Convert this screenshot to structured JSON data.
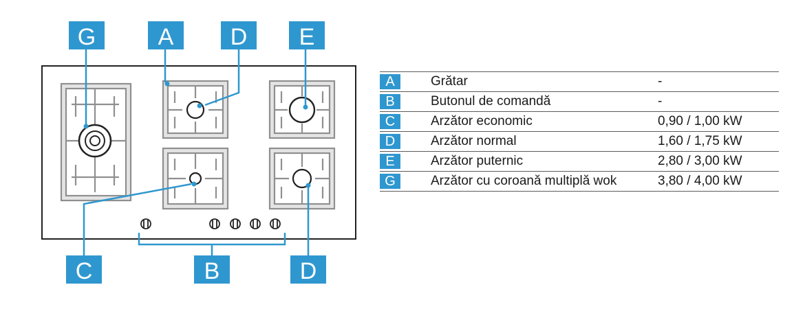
{
  "diagram": {
    "callouts": {
      "top": [
        "G",
        "A",
        "D",
        "E"
      ],
      "bottom": [
        "C",
        "B",
        "D"
      ]
    },
    "colors": {
      "accent": "#2f97cf",
      "grate_fill": "#e4e4e4",
      "grate_stroke": "#8f8f8f",
      "outline": "#222222"
    },
    "knob_count": 5
  },
  "legend": {
    "rows": [
      {
        "key": "A",
        "name": "Grătar",
        "value": "-"
      },
      {
        "key": "B",
        "name": "Butonul de comandă",
        "value": "-"
      },
      {
        "key": "C",
        "name": "Arzător economic",
        "value": "0,90 / 1,00 kW"
      },
      {
        "key": "D",
        "name": "Arzător normal",
        "value": "1,60 / 1,75 kW"
      },
      {
        "key": "E",
        "name": "Arzător puternic",
        "value": "2,80 / 3,00 kW"
      },
      {
        "key": "G",
        "name": "Arzător cu coroană multiplă wok",
        "value": "3,80 / 4,00 kW"
      }
    ]
  }
}
